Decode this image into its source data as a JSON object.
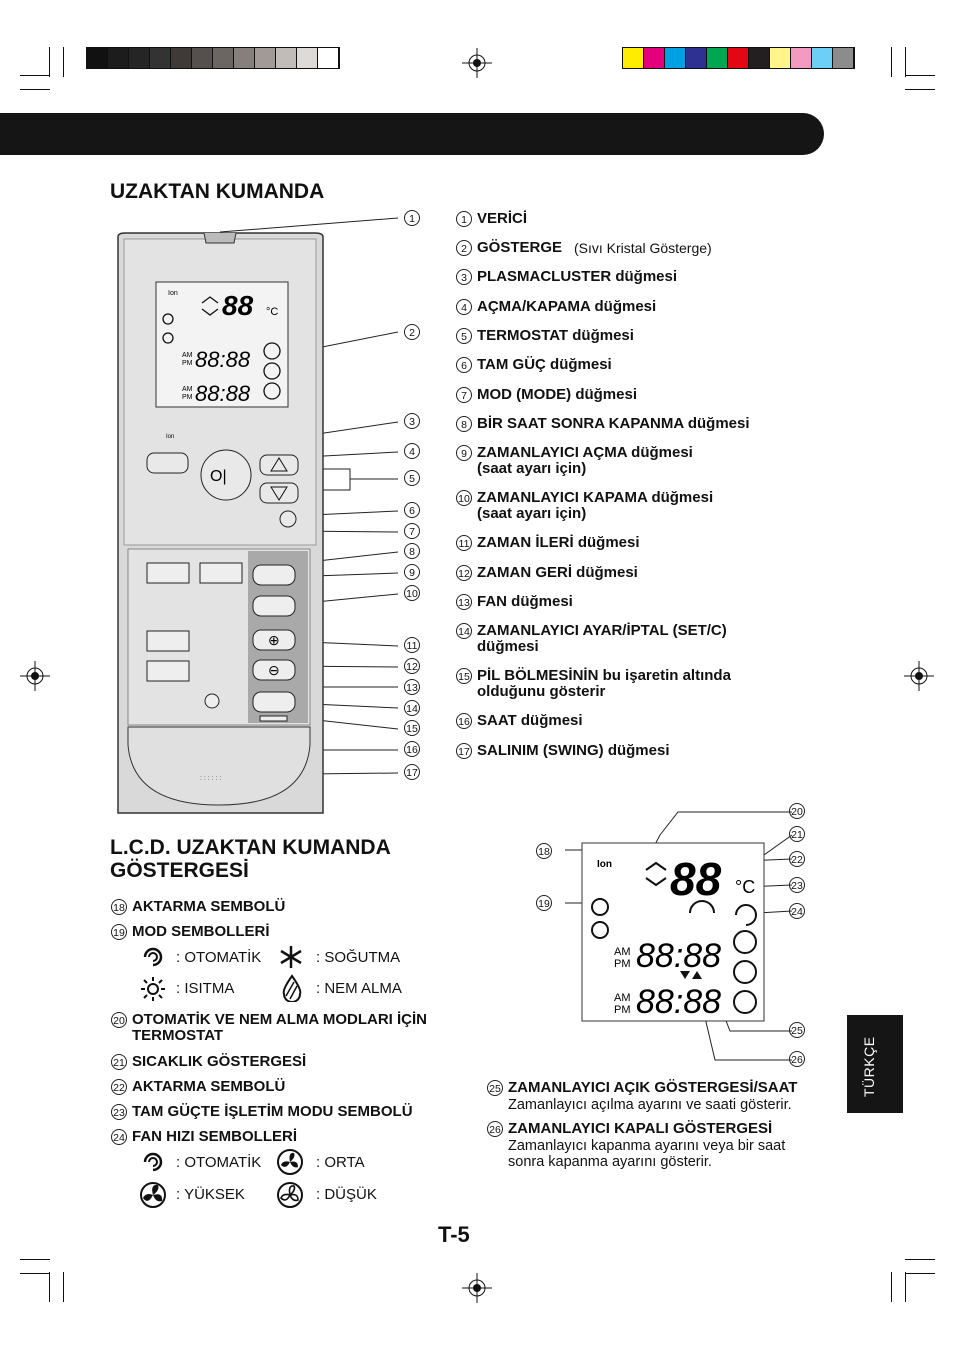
{
  "color_bar_left": [
    "#111111",
    "#1c1c1c",
    "#252525",
    "#333333",
    "#3f3a38",
    "#55504d",
    "#6c6663",
    "#86807c",
    "#a19a96",
    "#c2bcb8",
    "#dedad7",
    "#ffffff"
  ],
  "color_bar_right": [
    "#ffed00",
    "#e4007d",
    "#00a0e3",
    "#2e3191",
    "#00a650",
    "#e30613",
    "#231f20",
    "#fff58a",
    "#f49ac1",
    "#6dcff6",
    "#8c8c8c"
  ],
  "remote_section": {
    "title": "UZAKTAN KUMANDA",
    "items": [
      {
        "n": "1",
        "label": "VERİCİ"
      },
      {
        "n": "2",
        "label": "GÖSTERGE",
        "sub": "(Sıvı Kristal Gösterge)"
      },
      {
        "n": "3",
        "label": "PLASMACLUSTER düğmesi"
      },
      {
        "n": "4",
        "label": "AÇMA/KAPAMA düğmesi"
      },
      {
        "n": "5",
        "label": "TERMOSTAT düğmesi"
      },
      {
        "n": "6",
        "label": "TAM GÜÇ düğmesi"
      },
      {
        "n": "7",
        "label": "MOD (MODE) düğmesi"
      },
      {
        "n": "8",
        "label": "BİR SAAT SONRA KAPANMA düğmesi"
      },
      {
        "n": "9",
        "label": "ZAMANLAYICI AÇMA düğmesi",
        "line2": "(saat ayarı için)"
      },
      {
        "n": "10",
        "label": "ZAMANLAYICI KAPAMA düğmesi",
        "line2": "(saat ayarı için)"
      },
      {
        "n": "11",
        "label": "ZAMAN İLERİ düğmesi"
      },
      {
        "n": "12",
        "label": "ZAMAN GERİ düğmesi"
      },
      {
        "n": "13",
        "label": "FAN düğmesi"
      },
      {
        "n": "14",
        "label": "ZAMANLAYICI AYAR/İPTAL (SET/C)",
        "line2": "düğmesi"
      },
      {
        "n": "15",
        "label": "PİL BÖLMESİNİN bu işaretin altında",
        "line2": "olduğunu gösterir"
      },
      {
        "n": "16",
        "label": "SAAT düğmesi"
      },
      {
        "n": "17",
        "label": "SALINIM (SWING) düğmesi"
      }
    ]
  },
  "lcd_section": {
    "title_line1": "L.C.D. UZAKTAN KUMANDA",
    "title_line2": "GÖSTERGESİ",
    "items": [
      {
        "n": "18",
        "label": "AKTARMA SEMBOLÜ"
      },
      {
        "n": "19",
        "label": "MOD SEMBOLLERİ"
      },
      {
        "n": "20",
        "label": "OTOMATİK VE NEM ALMA MODLARI İÇİN",
        "line2": "TERMOSTAT"
      },
      {
        "n": "21",
        "label": "SICAKLIK GÖSTERGESİ"
      },
      {
        "n": "22",
        "label": "AKTARMA SEMBOLÜ"
      },
      {
        "n": "23",
        "label": "TAM GÜÇTE İŞLETİM MODU SEMBOLÜ"
      },
      {
        "n": "24",
        "label": "FAN HIZI SEMBOLLERİ"
      }
    ],
    "mode_symbols": [
      ": OTOMATİK",
      ": SOĞUTMA",
      ": ISITMA",
      ": NEM ALMA"
    ],
    "fan_symbols": [
      ": OTOMATİK",
      ": ORTA",
      ": YÜKSEK",
      ": DÜŞÜK"
    ],
    "right_items": [
      {
        "n": "25",
        "label": "ZAMANLAYICI AÇIK GÖSTERGESİ/SAAT",
        "desc": "Zamanlayıcı açılma ayarını ve saati gösterir."
      },
      {
        "n": "26",
        "label": "ZAMANLAYICI KAPALI GÖSTERGESİ",
        "desc1": "Zamanlayıcı kapanma ayarını veya bir saat",
        "desc2": "sonra kapanma ayarını gösterir."
      }
    ]
  },
  "lcd_labels": {
    "ion": "Ion",
    "deg": "°C",
    "big": "88",
    "clock": "88:88",
    "am": "AM",
    "pm": "PM"
  },
  "language_tab": "TÜRKÇE",
  "page_number": "T-5"
}
